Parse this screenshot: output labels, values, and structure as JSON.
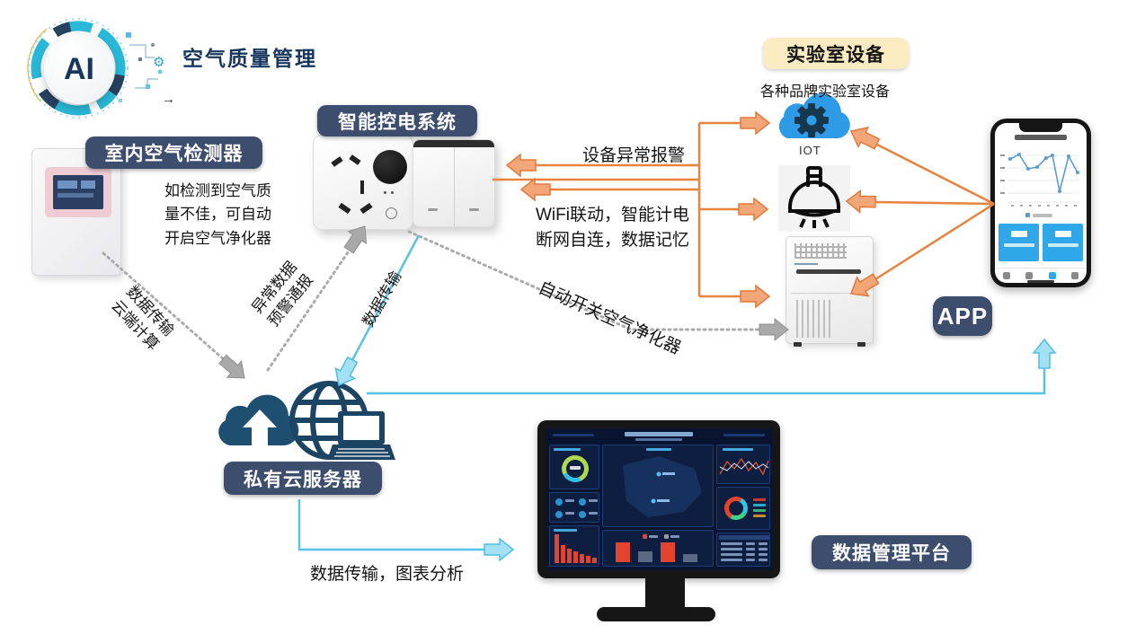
{
  "logo": {
    "text": "AI"
  },
  "title": "空气质量管理",
  "nodes": {
    "detector": {
      "label": "室内空气检测器",
      "note": "如检测到空气质\n量不佳，可自动\n开启空气净化器"
    },
    "smart_power": {
      "label": "智能控电系统"
    },
    "lab": {
      "label": "实验室设备",
      "subtitle": "各种品牌实验室设备",
      "iot_label": "IOT"
    },
    "app_badge": "APP",
    "cloud_server": {
      "label": "私有云服务器"
    },
    "data_platform": {
      "label": "数据管理平台"
    }
  },
  "edges": {
    "device_alarm": "设备异常报警",
    "wifi_link": "WiFi联动，智能计电\n断网自连，数据记忆",
    "data_cloud": "数据传输\n云端计算",
    "abnormal_warn": "异常数据\n预警通报",
    "data_transfer": "数据传输",
    "auto_purifier": "自动开关空气净化器",
    "data_chart": "数据传输，图表分析"
  },
  "colors": {
    "navy_label": "#3D4D6E",
    "yellow_label_bg": "#FAEBC0",
    "orange": "#E8833F",
    "cyan": "#56C3E6",
    "gray": "#ABABAB",
    "iot_cloud_blue": "#2E9BE6",
    "icon_navy": "#1C4564",
    "title_navy": "#17375E"
  }
}
